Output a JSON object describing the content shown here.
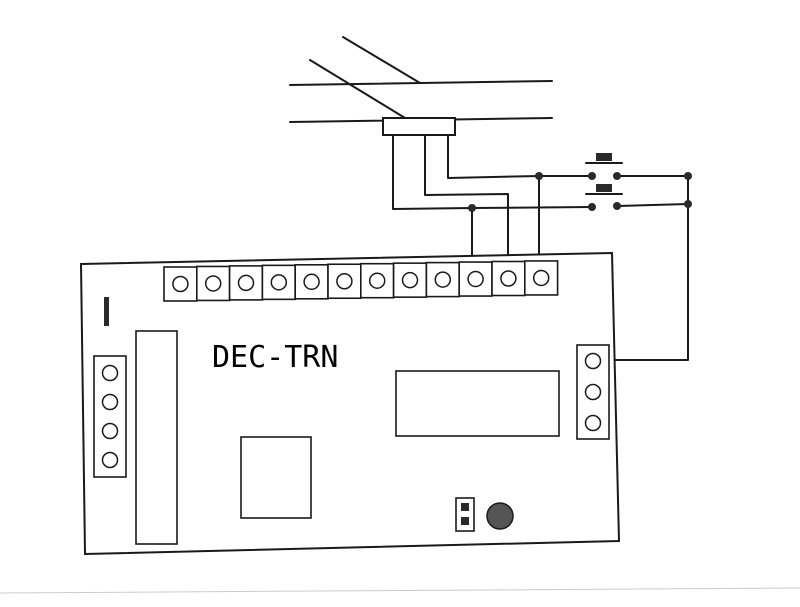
{
  "diagram": {
    "board_label": "DEC-TRN",
    "colors": {
      "ink": "#1a1a1a",
      "background": "#ffffff",
      "led": "#555555"
    },
    "components": {
      "top_terminal_block_count": 12,
      "left_terminal_block_count": 4,
      "right_terminal_block_count": 3,
      "push_button_count": 2
    }
  }
}
